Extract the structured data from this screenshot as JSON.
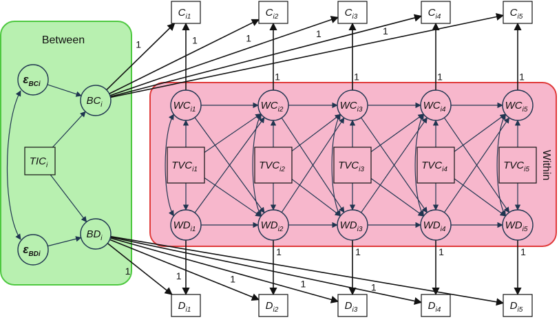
{
  "between": {
    "title": "Between"
  },
  "within": {
    "title": "Within"
  },
  "colors": {
    "between_fill": "#b8f0b0",
    "between_stroke": "#4ec840",
    "within_fill": "#f7b7cc",
    "within_stroke": "#e03a3a"
  },
  "path_label": "1",
  "between_nodes": {
    "eps_bc": {
      "main": "ε",
      "sub": "BCi"
    },
    "eps_bd": {
      "main": "ε",
      "sub": "BDi"
    },
    "bc": {
      "main": "BC",
      "sub": "i"
    },
    "bd": {
      "main": "BD",
      "sub": "i"
    },
    "tic": {
      "main": "TIC",
      "sub": "i"
    }
  },
  "waves": [
    {
      "c": "i1",
      "wc": "i1",
      "tvc": "i1",
      "wd": "i1",
      "d": "i1"
    },
    {
      "c": "i2",
      "wc": "i2",
      "tvc": "i2",
      "wd": "i2",
      "d": "i2"
    },
    {
      "c": "i3",
      "wc": "i3",
      "tvc": "i3",
      "wd": "i3",
      "d": "i3"
    },
    {
      "c": "i4",
      "wc": "i4",
      "tvc": "i4",
      "wd": "i4",
      "d": "i4"
    },
    {
      "c": "i5",
      "wc": "i5",
      "tvc": "i5",
      "wd": "i5",
      "d": "i5"
    }
  ],
  "prefixes": {
    "c": "C",
    "wc": "WC",
    "tvc": "TVC",
    "wd": "WD",
    "d": "D"
  }
}
